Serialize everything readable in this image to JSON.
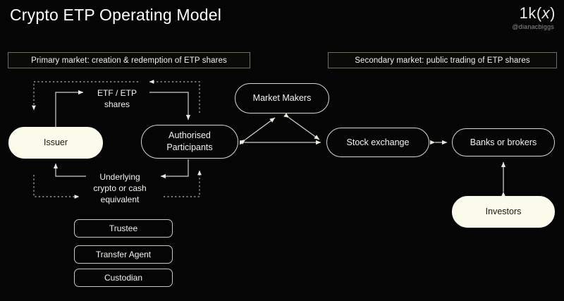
{
  "header": {
    "title": "Crypto ETP Operating Model",
    "logo_prefix": "1k(",
    "logo_var": "x",
    "logo_suffix": ")",
    "handle": "@dianacbiggs"
  },
  "bands": {
    "primary": "Primary market: creation & redemption of ETP shares",
    "secondary": "Secondary market: public trading of ETP shares"
  },
  "nodes": {
    "issuer": "Issuer",
    "authorised_participants": "Authorised\nParticipants",
    "authorised_participants_line1": "Authorised",
    "authorised_participants_line2": "Participants",
    "market_makers": "Market Makers",
    "stock_exchange": "Stock exchange",
    "banks_or_brokers": "Banks or brokers",
    "investors": "Investors"
  },
  "services": {
    "trustee": "Trustee",
    "transfer_agent": "Transfer Agent",
    "custodian": "Custodian"
  },
  "edge_labels": {
    "etf_shares_line1": "ETF / ETP",
    "etf_shares_line2": "shares",
    "underlying_line1": "Underlying",
    "underlying_line2": "crypto or cash",
    "underlying_line3": "equivalent"
  },
  "colors": {
    "background": "#050505",
    "stroke": "#d8d8d0",
    "filled_node": "#fbfbec",
    "band_border": "#6e6e62",
    "text": "#f4f4ee",
    "handle": "#8e8e88"
  },
  "chart_data": {
    "type": "diagram",
    "title": "Crypto ETP Operating Model",
    "nodes": [
      {
        "id": "issuer",
        "label": "Issuer",
        "style": "filled-pill",
        "group": "primary"
      },
      {
        "id": "ap",
        "label": "Authorised Participants",
        "style": "pill",
        "group": "primary"
      },
      {
        "id": "mm",
        "label": "Market Makers",
        "style": "pill",
        "group": "secondary"
      },
      {
        "id": "stock",
        "label": "Stock exchange",
        "style": "pill",
        "group": "secondary"
      },
      {
        "id": "banks",
        "label": "Banks or brokers",
        "style": "pill",
        "group": "secondary"
      },
      {
        "id": "investors",
        "label": "Investors",
        "style": "filled-pill",
        "group": "secondary"
      },
      {
        "id": "trustee",
        "label": "Trustee",
        "style": "rect",
        "group": "service"
      },
      {
        "id": "transfer",
        "label": "Transfer Agent",
        "style": "rect",
        "group": "service"
      },
      {
        "id": "custodian",
        "label": "Custodian",
        "style": "rect",
        "group": "service"
      }
    ],
    "edges": [
      {
        "from": "issuer",
        "to": "ap",
        "label": "ETF / ETP shares",
        "line": "solid",
        "direction": "forward"
      },
      {
        "from": "ap",
        "to": "issuer",
        "label": "Underlying crypto or cash equivalent",
        "line": "solid",
        "direction": "forward"
      },
      {
        "from": "ap",
        "to": "issuer",
        "label": "ETF / ETP shares",
        "line": "dotted",
        "direction": "forward"
      },
      {
        "from": "issuer",
        "to": "ap",
        "label": "Underlying crypto or cash equivalent",
        "line": "dotted",
        "direction": "forward"
      },
      {
        "from": "ap",
        "to": "mm",
        "line": "solid",
        "direction": "both"
      },
      {
        "from": "mm",
        "to": "stock",
        "line": "solid",
        "direction": "both"
      },
      {
        "from": "ap",
        "to": "stock",
        "line": "solid",
        "direction": "both"
      },
      {
        "from": "stock",
        "to": "banks",
        "line": "solid",
        "direction": "both"
      },
      {
        "from": "banks",
        "to": "investors",
        "line": "solid",
        "direction": "both"
      }
    ]
  }
}
